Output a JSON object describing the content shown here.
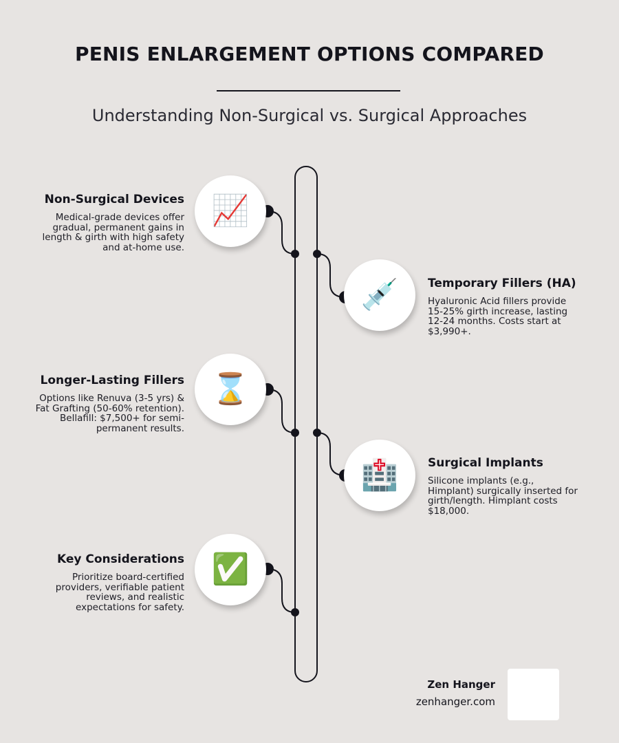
{
  "header": {
    "title": "PENIS ENLARGEMENT OPTIONS COMPARED",
    "subtitle": "Understanding Non-Surgical vs. Surgical Approaches"
  },
  "items": [
    {
      "title": "Non-Surgical Devices",
      "body": "Medical-grade devices offer gradual, permanent gains in length & girth with high safety and at-home use.",
      "icon": "chart-increasing-icon",
      "glyph": "📈",
      "side": "left"
    },
    {
      "title": "Temporary Fillers (HA)",
      "body": "Hyaluronic Acid fillers provide 15-25% girth increase, lasting 12-24 months. Costs start at $3,990+.",
      "icon": "syringe-icon",
      "glyph": "💉",
      "side": "right"
    },
    {
      "title": "Longer-Lasting Fillers",
      "body": "Options like Renuva (3-5 yrs) & Fat Grafting (50-60% retention). Bellafill: $7,500+ for semi-permanent results.",
      "icon": "hourglass-icon",
      "glyph": "⌛",
      "side": "left"
    },
    {
      "title": "Surgical Implants",
      "body": "Silicone implants (e.g., Himplant) surgically inserted for girth/length. Himplant costs $18,000.",
      "icon": "hospital-icon",
      "glyph": "🏥",
      "side": "right"
    },
    {
      "title": "Key Considerations",
      "body": "Prioritize board-certified providers, verifiable patient reviews, and realistic expectations for safety.",
      "icon": "check-mark-button-icon",
      "glyph": "✅",
      "side": "left"
    }
  ],
  "footer": {
    "brand_name": "Zen Hanger",
    "brand_url": "zenhanger.com"
  }
}
